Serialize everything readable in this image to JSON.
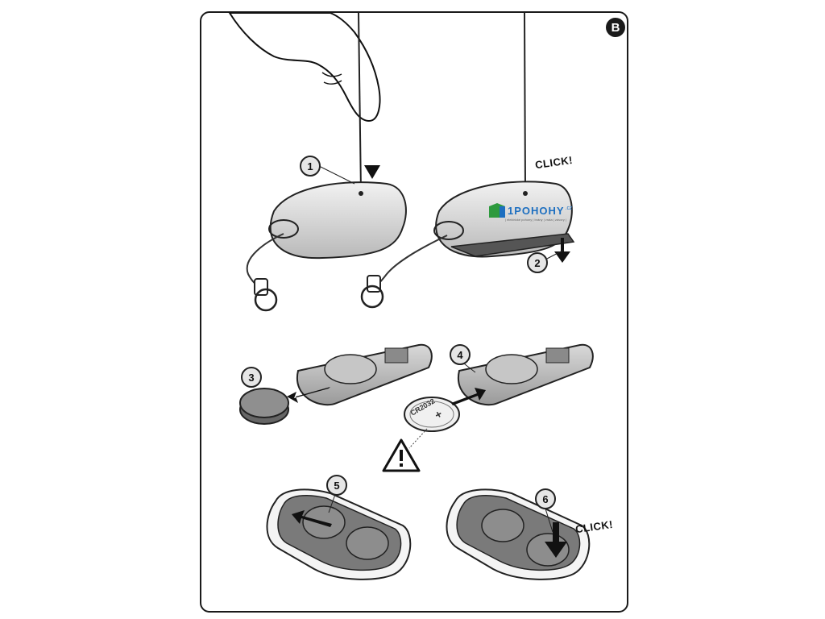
{
  "panel": {
    "badge": "B"
  },
  "steps": [
    "1",
    "2",
    "3",
    "4",
    "5",
    "6"
  ],
  "click_labels": {
    "top": "CLICK!",
    "bottom": "CLICK!"
  },
  "battery": {
    "model": "CR2032",
    "polarity": "+"
  },
  "warning": {
    "icon": "warning-triangle-icon"
  },
  "watermark": {
    "name": "1POHOHY",
    "tld": ".cz",
    "tagline": "| elektrické pohony | brány | vrata | závory |"
  }
}
